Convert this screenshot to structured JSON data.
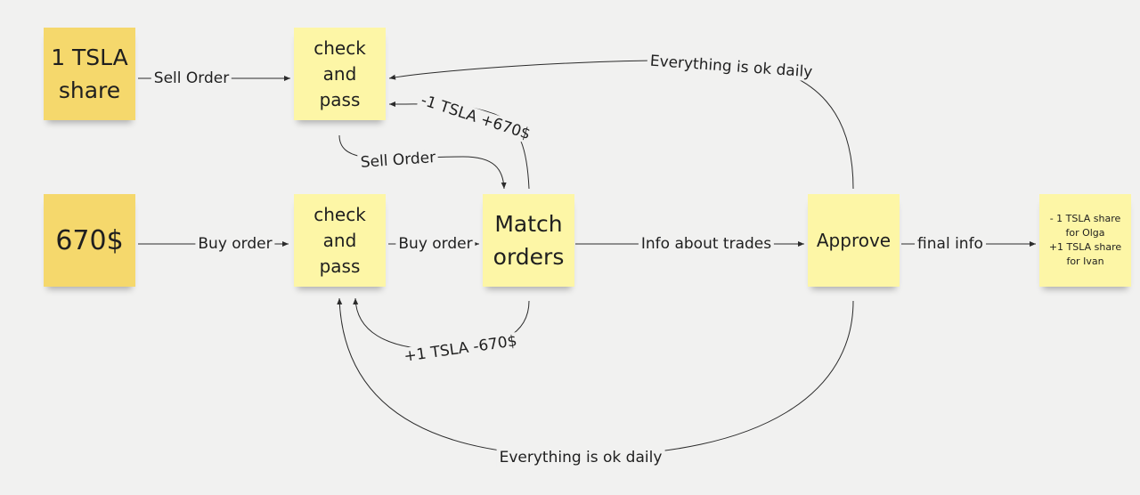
{
  "notes": {
    "tsla_share": "1 TSLA\nshare",
    "money": "670$",
    "check_pass_top": "check\nand\npass",
    "check_pass_bottom": "check\nand\npass",
    "match_orders": "Match\norders",
    "approve": "Approve",
    "final_result": "- 1 TSLA share\nfor Olga\n+1 TSLA share\nfor Ivan"
  },
  "labels": {
    "sell_order_1": "Sell Order",
    "everything_ok_top": "Everything is ok daily",
    "minus_tsla": "-1 TSLA +670$",
    "sell_order_2": "Sell Order",
    "buy_order_1": "Buy order",
    "buy_order_2": "Buy order",
    "info_trades": "Info about trades",
    "final_info": "final info",
    "plus_tsla": "+1 TSLA -670$",
    "everything_ok_bottom": "Everything is ok daily"
  },
  "colors": {
    "note_dark": "#f5d86c",
    "note_light": "#fdf6a6",
    "connector": "#2b2b2b",
    "canvas": "#f1f1f0"
  }
}
